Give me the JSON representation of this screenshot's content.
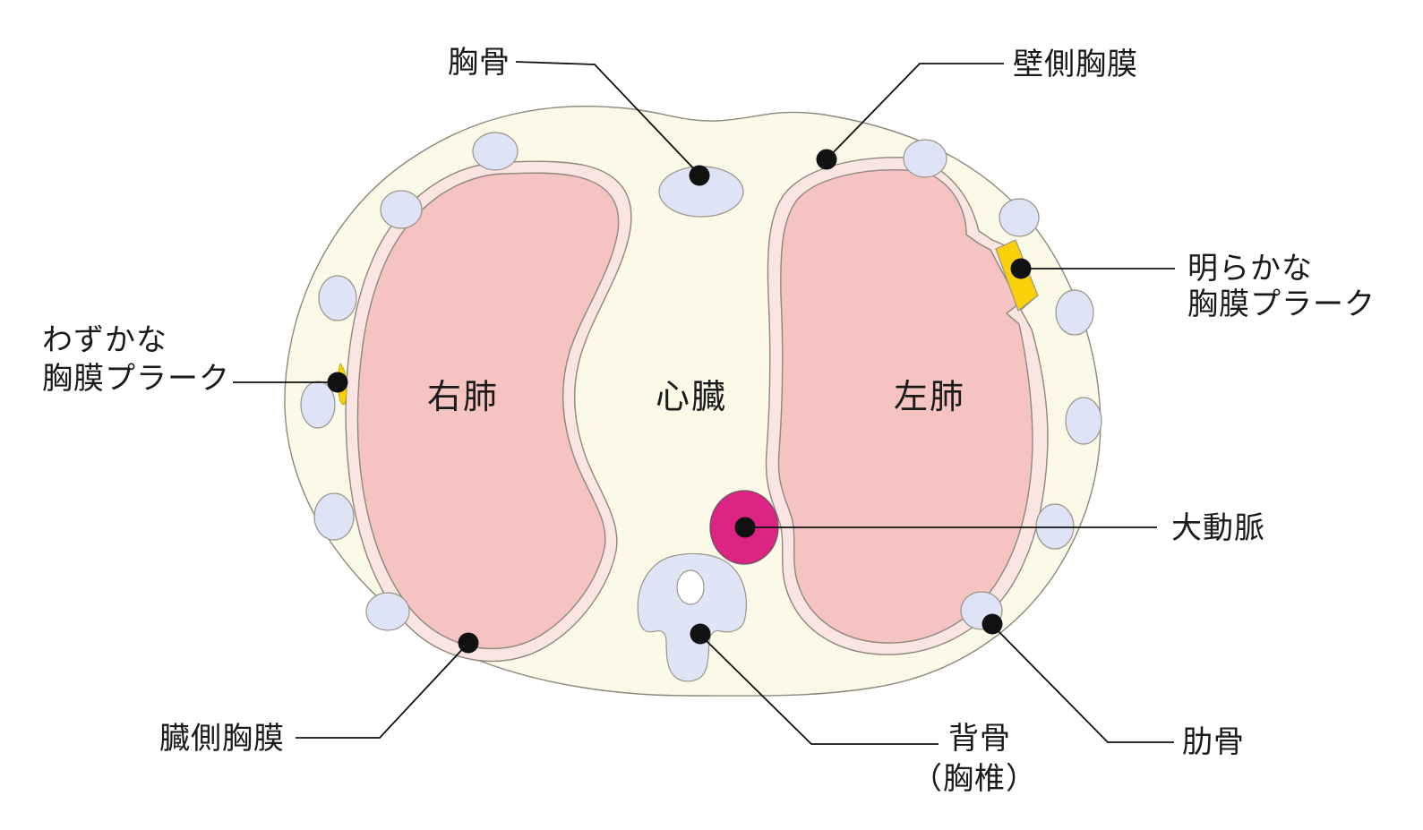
{
  "diagram": {
    "description": "Axial cross-section of the chest showing pleural plaques",
    "labels": {
      "sternum": {
        "text": "胸骨"
      },
      "parietal_pleura": {
        "text": "壁側胸膜"
      },
      "obvious_plaque": {
        "line1": "明らかな",
        "line2": "胸膜プラーク"
      },
      "slight_plaque": {
        "line1": "わずかな",
        "line2": "胸膜プラーク"
      },
      "right_lung": {
        "text": "右肺"
      },
      "heart": {
        "text": "心臓"
      },
      "left_lung": {
        "text": "左肺"
      },
      "aorta": {
        "text": "大動脈"
      },
      "visceral_pleura": {
        "text": "臓側胸膜"
      },
      "spine": {
        "line1": "背骨",
        "line2": "（胸椎）"
      },
      "rib": {
        "text": "肋骨"
      }
    },
    "colors": {
      "body": "#FBF9E8",
      "pleura_ring": "#FBE5E2",
      "lung": "#F5C3C1",
      "rib": "#DEE3F6",
      "sternum": "#DEE3F6",
      "vertebra": "#DFE5F7",
      "spinal_canal": "#FFFFFF",
      "aorta": "#DD2383",
      "plaque": "#F8D109",
      "outline": "#8E887D",
      "leader_line": "#111111",
      "text": "#1A1A1A",
      "background": "#FFFFFF"
    }
  }
}
